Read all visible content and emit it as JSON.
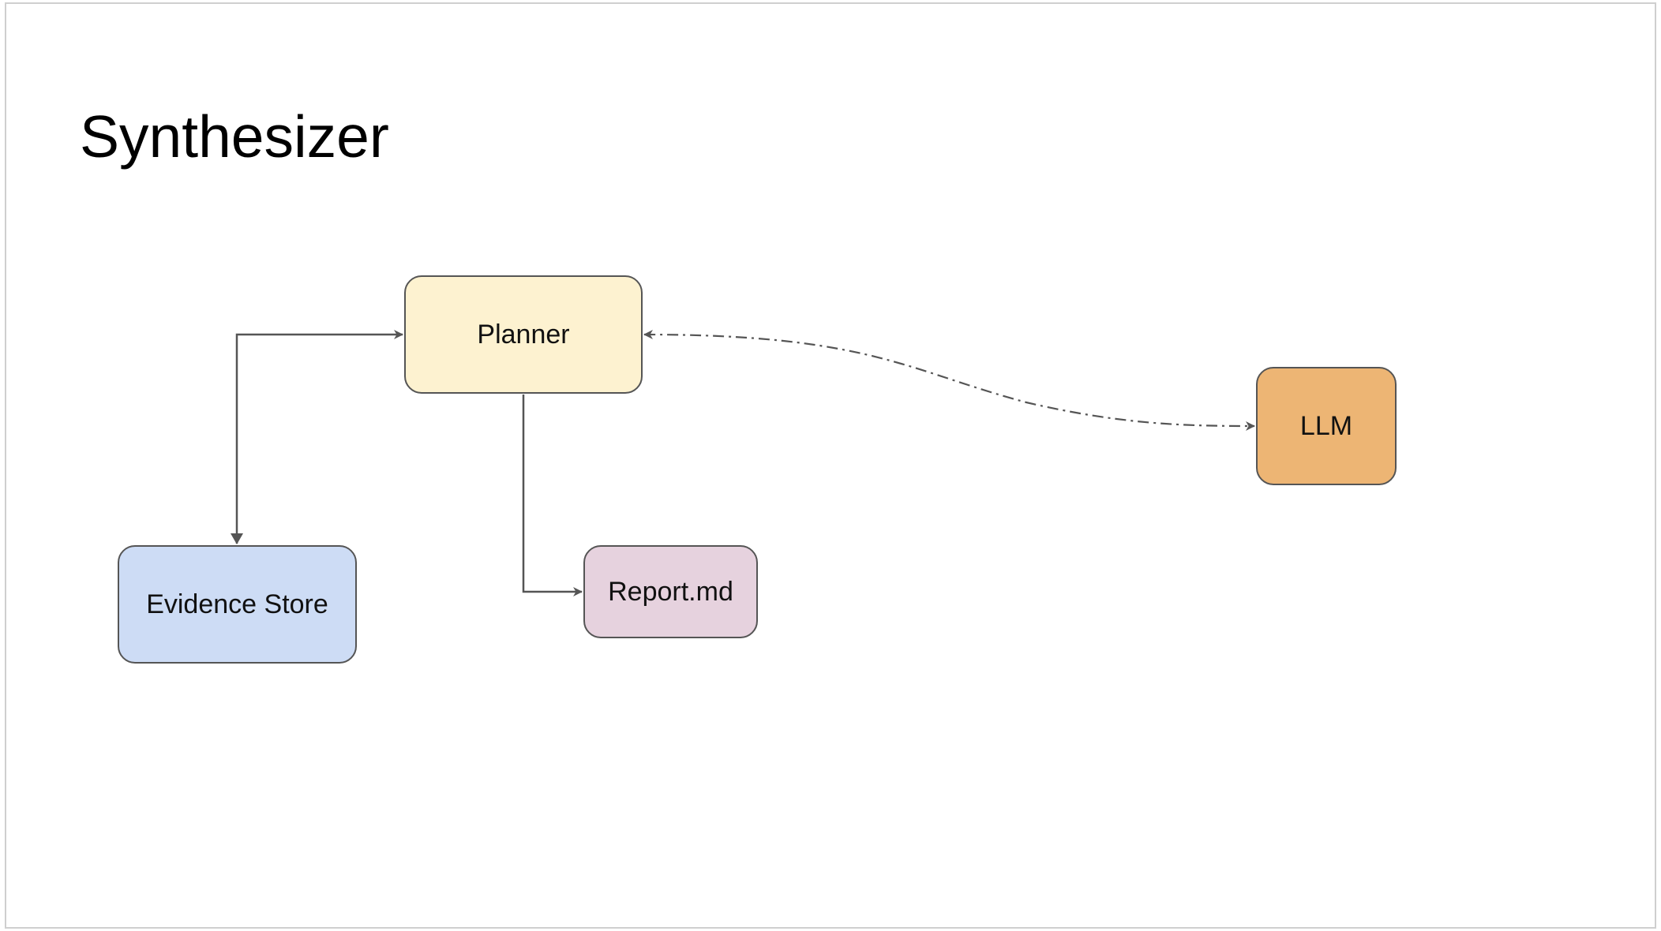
{
  "title": "Synthesizer",
  "nodes": {
    "planner": {
      "label": "Planner",
      "fill": "#fdf2d0"
    },
    "evidence_store": {
      "label": "Evidence Store",
      "fill": "#cddcf5"
    },
    "report": {
      "label": "Report.md",
      "fill": "#e6d2de"
    },
    "llm": {
      "label": "LLM",
      "fill": "#edb574"
    }
  },
  "edges": [
    {
      "from": "planner",
      "to": "evidence_store",
      "style": "solid",
      "direction": "both"
    },
    {
      "from": "planner",
      "to": "report",
      "style": "solid",
      "direction": "forward"
    },
    {
      "from": "planner",
      "to": "llm",
      "style": "dash-dot",
      "direction": "both"
    }
  ],
  "colors": {
    "edge": "#555555",
    "node_border": "#555555"
  }
}
